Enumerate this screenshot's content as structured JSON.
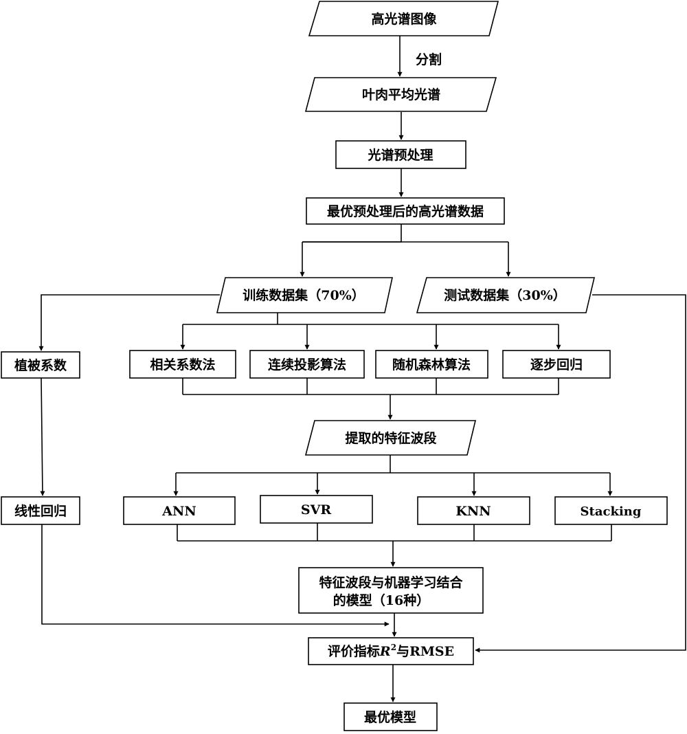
{
  "nodes": {
    "hsi_image": "高光谱图像",
    "segment_label": "分割",
    "mesophyll_spectrum": "叶肉平均光谱",
    "preprocess": "光谱预处理",
    "best_preprocessed": "最优预处理后的高光谱数据",
    "train_set": "训练数据集（70%）",
    "test_set": "测试数据集（30%）",
    "vegetation_index": "植被系数",
    "corr_method": "相关系数法",
    "spa_method": "连续投影算法",
    "rf_method": "随机森林算法",
    "stepwise": "逐步回归",
    "feature_bands": "提取的特征波段",
    "linear_regression": "线性回归",
    "ann": "ANN",
    "svr": "SVR",
    "knn": "KNN",
    "stacking": "Stacking",
    "combined_models_line1": "特征波段与机器学习结合",
    "combined_models_line2": "的模型（16种）",
    "eval_prefix": "评价指标",
    "eval_r": "R",
    "eval_sup": "2",
    "eval_suffix": "与RMSE",
    "best_model": "最优模型"
  }
}
